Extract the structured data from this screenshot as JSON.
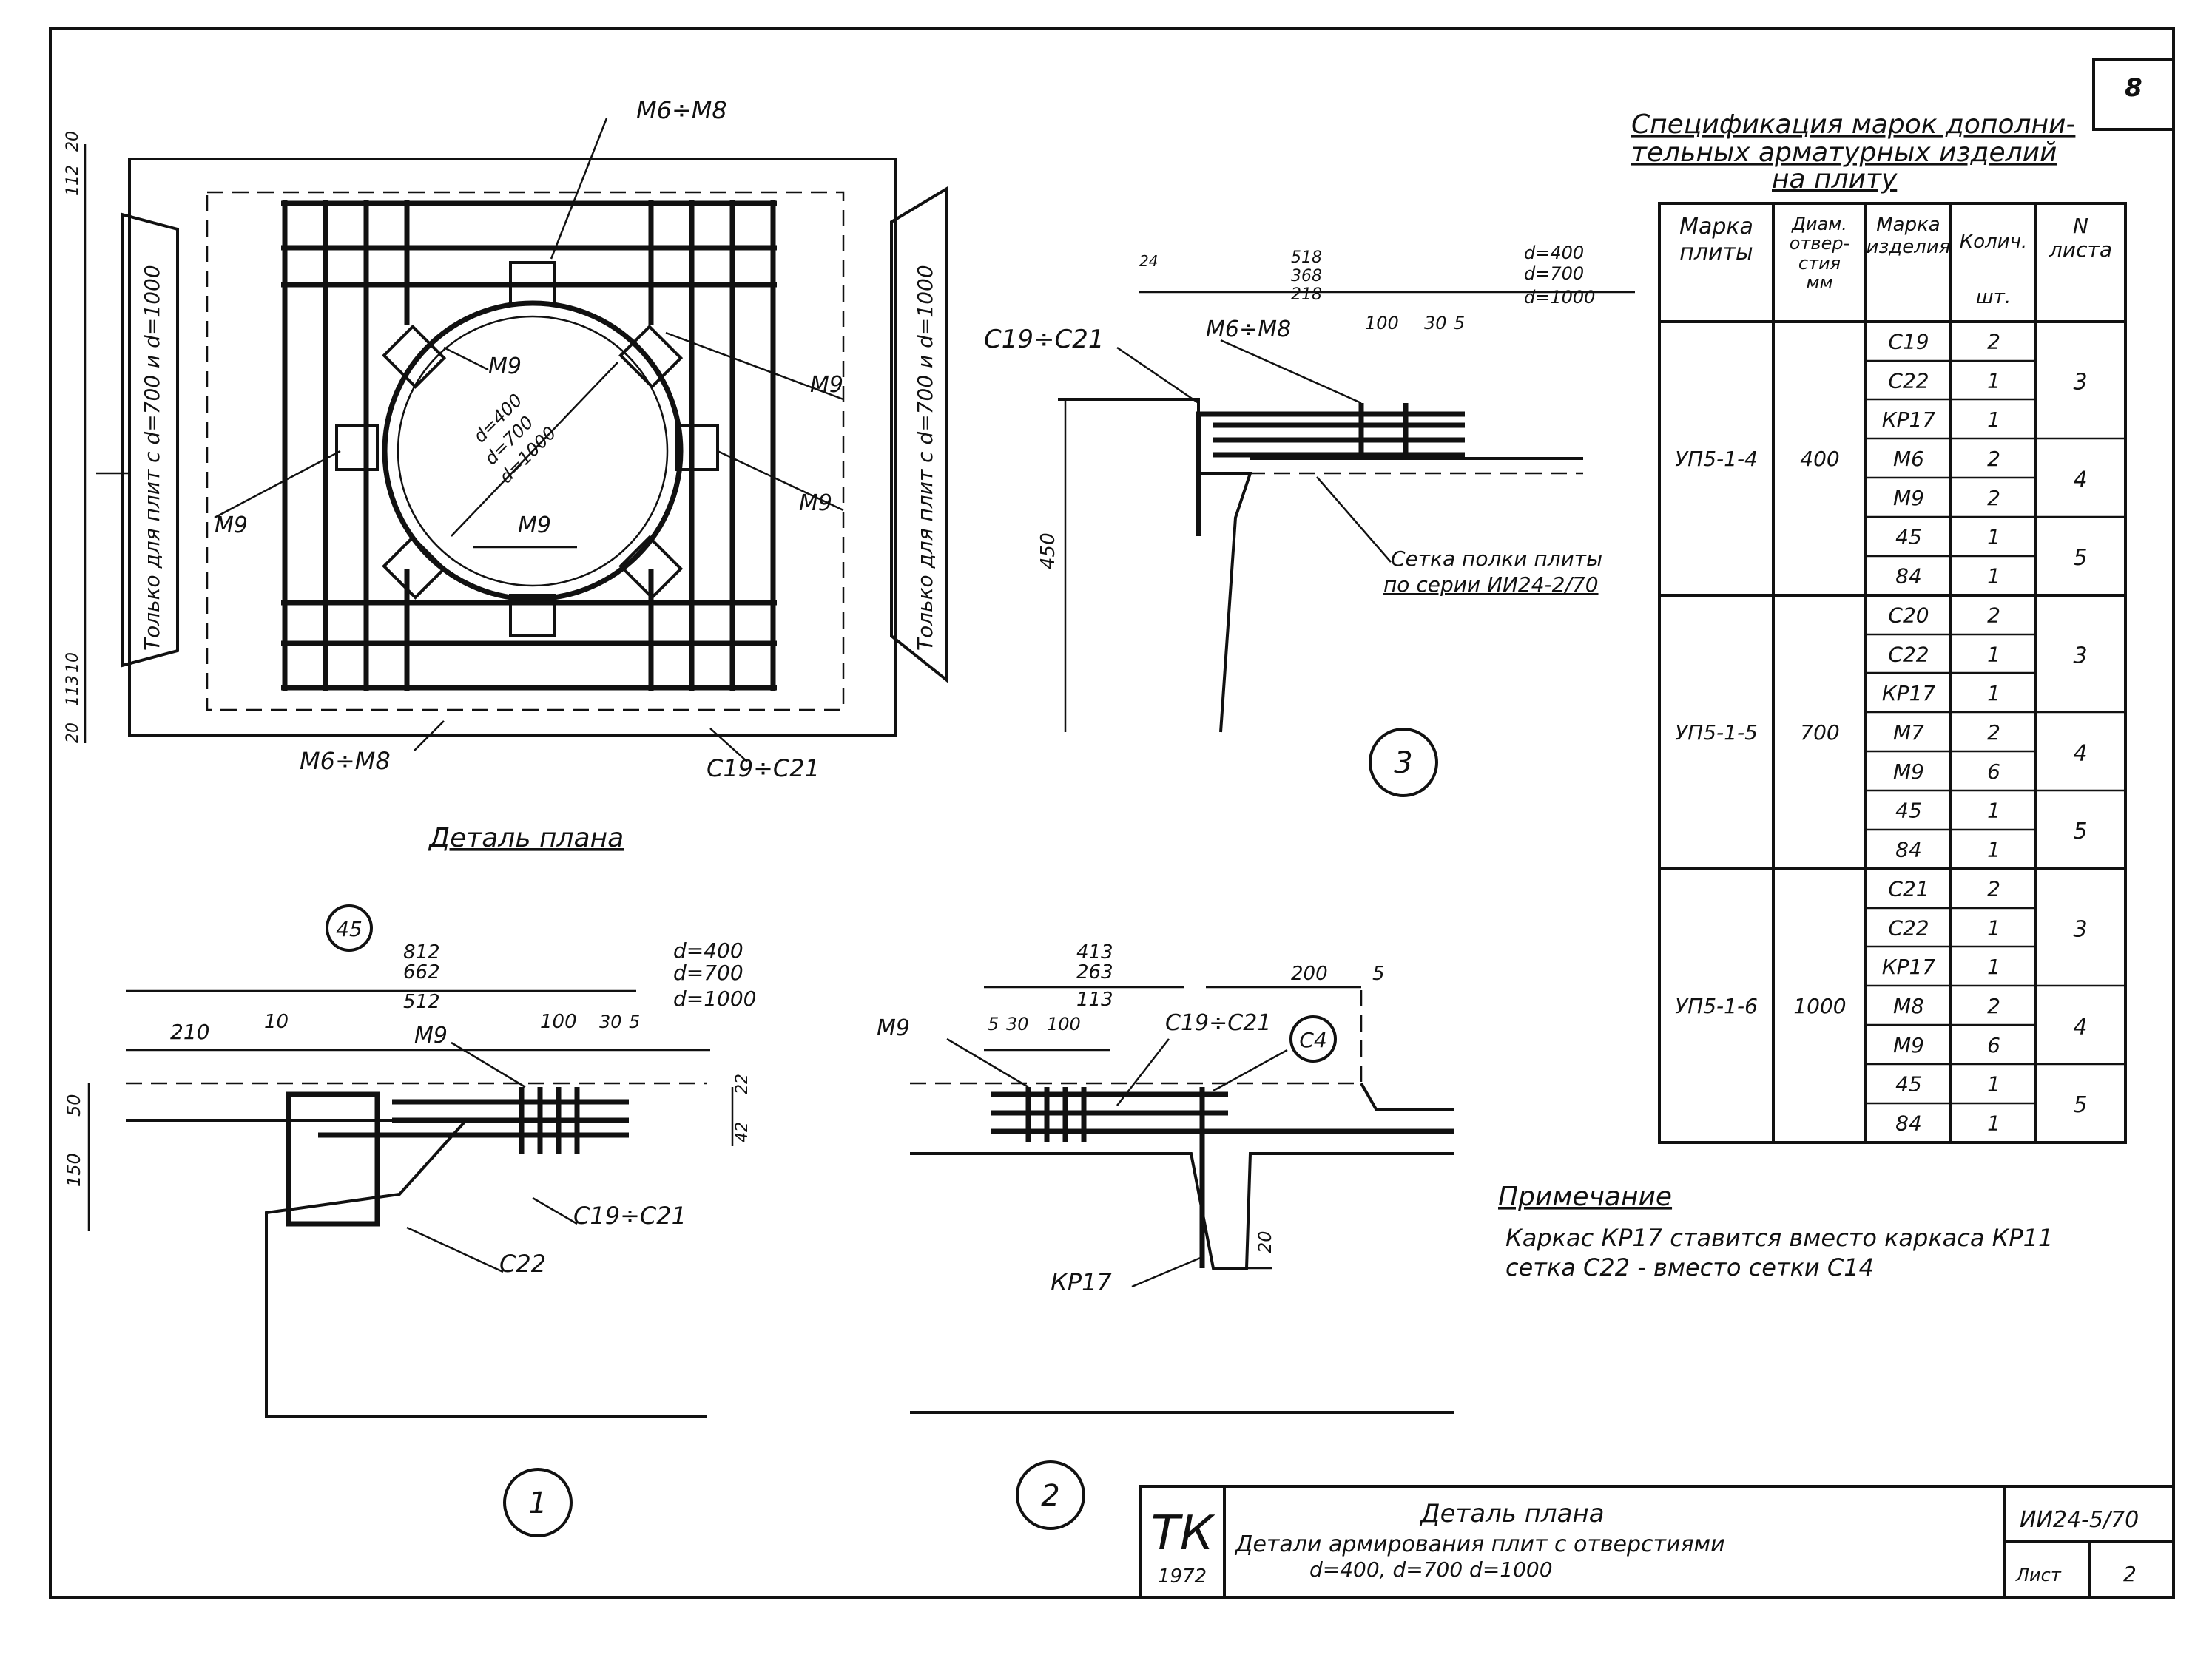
{
  "sheet_number": "8",
  "spec_title": [
    "Спецификация марок дополни-",
    "тельных арматурных изделий",
    "на плиту"
  ],
  "spec_table": {
    "headers": [
      "Марка плиты",
      "Диам. отвер- стия мм",
      "Марка изделия",
      "Колич. шт.",
      "N листа"
    ],
    "groups": [
      {
        "plate": "УП5-1-4",
        "diam": "400",
        "items": [
          [
            "С19",
            "2"
          ],
          [
            "С22",
            "1"
          ],
          [
            "КР17",
            "1"
          ],
          [
            "М6",
            "2"
          ],
          [
            "М9",
            "2"
          ],
          [
            "45",
            "1"
          ],
          [
            "84",
            "1"
          ]
        ],
        "sheets": [
          "3",
          "4",
          "5"
        ]
      },
      {
        "plate": "УП5-1-5",
        "diam": "700",
        "items": [
          [
            "С20",
            "2"
          ],
          [
            "С22",
            "1"
          ],
          [
            "КР17",
            "1"
          ],
          [
            "М7",
            "2"
          ],
          [
            "М9",
            "6"
          ],
          [
            "45",
            "1"
          ],
          [
            "84",
            "1"
          ]
        ],
        "sheets": [
          "3",
          "4",
          "5"
        ]
      },
      {
        "plate": "УП5-1-6",
        "diam": "1000",
        "items": [
          [
            "С21",
            "2"
          ],
          [
            "С22",
            "1"
          ],
          [
            "КР17",
            "1"
          ],
          [
            "М8",
            "2"
          ],
          [
            "М9",
            "6"
          ],
          [
            "45",
            "1"
          ],
          [
            "84",
            "1"
          ]
        ],
        "sheets": [
          "3",
          "4",
          "5"
        ]
      }
    ]
  },
  "note": {
    "title": "Примечание",
    "line1": "Каркас КР17 ставится вместо каркаса КР11",
    "line2": "сетка С22 - вместо сетки С14"
  },
  "plan": {
    "labels": {
      "m6_m8": "М6÷М8",
      "m9": "М9",
      "c19_c21": "С19÷С21",
      "d400": "d=400",
      "d700": "d=700",
      "d1000": "d=1000",
      "left_vertical": "Только для плит с d=700 и d=1000",
      "right_vertical": "Только для плит с d=700 и d=1000",
      "dims": [
        "20",
        "112",
        "10",
        "113",
        "20"
      ]
    },
    "caption": "Деталь плана"
  },
  "detail3": {
    "label": "3",
    "c19_c21": "С19÷С21",
    "m6_m8": "М6÷М8",
    "dims_top": [
      "518",
      "368",
      "218"
    ],
    "d_values": [
      "d=400",
      "d=700",
      "d=1000"
    ],
    "dim_24": "24",
    "dims_small": [
      "100",
      "30",
      "5"
    ],
    "height": "450",
    "mesh_note": [
      "Сетка полки плиты",
      "по серии ИИ24-2/70"
    ]
  },
  "detail1": {
    "label": "1",
    "ref45": "45",
    "dims_top": [
      "812",
      "662",
      "512"
    ],
    "d_values": [
      "d=400",
      "d=700",
      "d=1000"
    ],
    "dims_row": [
      "210",
      "10",
      "100",
      "30",
      "5"
    ],
    "m9": "М9",
    "heights": [
      "50",
      "150"
    ],
    "side_dims": [
      "22",
      "42"
    ],
    "c19_c21": "С19÷С21",
    "c22": "С22"
  },
  "detail2": {
    "label": "2",
    "dims_top": [
      "413",
      "263",
      "113"
    ],
    "dims_row": [
      "5",
      "30",
      "100"
    ],
    "dims_right": [
      "200",
      "5"
    ],
    "m9": "М9",
    "c19_c21": "С19÷С21",
    "c4": "С4",
    "kp17": "КР17",
    "dim20": "20"
  },
  "title_block": {
    "logo": "ТК",
    "year": "1972",
    "title": "Деталь плана",
    "subtitle": "Детали армирования плит с отверстиями",
    "sizes": "d=400,   d=700   d=1000",
    "series": "ИИ24-5/70",
    "sheet_label": "Лист",
    "sheet_no": "2"
  }
}
